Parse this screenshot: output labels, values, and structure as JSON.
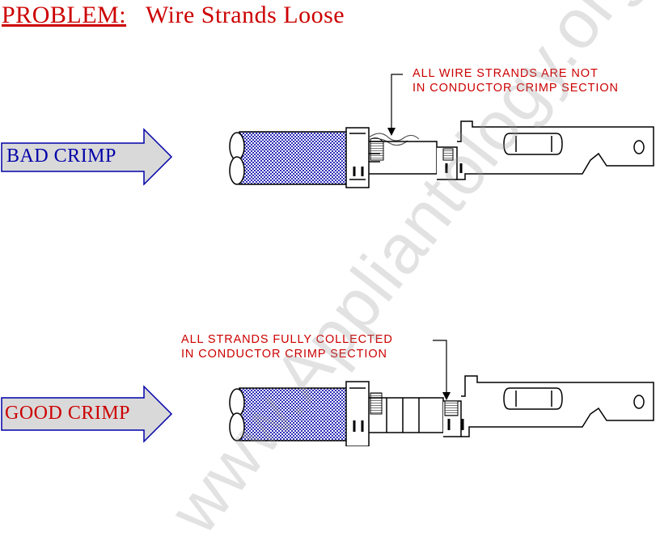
{
  "title": {
    "problem": "PROBLEM:",
    "subtitle": "Wire Strands Loose"
  },
  "bad": {
    "label": "BAD  CRIMP",
    "note_line1": "ALL WIRE STRANDS ARE NOT",
    "note_line2": "IN CONDUCTOR CRIMP SECTION"
  },
  "good": {
    "label": "GOOD CRIMP",
    "note_line1": "ALL STRANDS FULLY COLLECTED",
    "note_line2": "IN CONDUCTOR CRIMP SECTION"
  },
  "watermark": "www.Appliantology.org",
  "colors": {
    "title": "#cc0000",
    "bad_label": "#0000aa",
    "good_label": "#cc0000",
    "arrow_fill": "#d9d9d9",
    "arrow_stroke": "#0000aa",
    "insulation": "#3333cc",
    "line": "#000000"
  }
}
